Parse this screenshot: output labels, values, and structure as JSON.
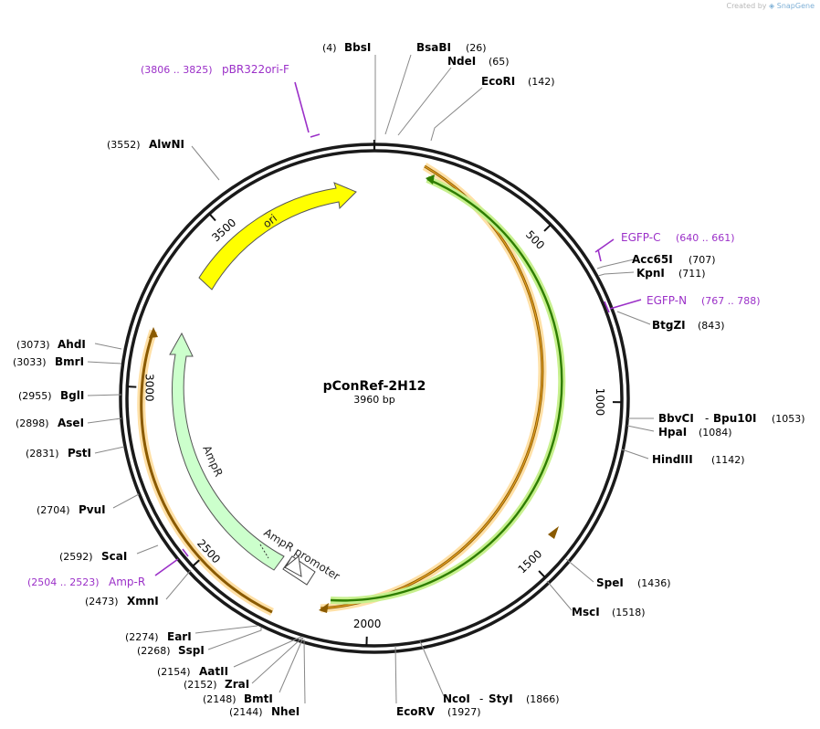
{
  "header": {
    "created_by": "Created by",
    "brand": "SnapGene",
    "brand_icon": "snapgene-logo-icon"
  },
  "plasmid": {
    "name": "pConRef-2H12",
    "size_label": "3960 bp",
    "length": 3960
  },
  "colors": {
    "backbone": "#1a1a1a",
    "primer": "#9b30c8",
    "ori": "#ffff00",
    "ampr": "#ccffcc",
    "orange_feature": "#f5b041",
    "green_feature": "#2e8b00",
    "text": "#000000"
  },
  "ticks": [
    {
      "pos": 500,
      "label": "500"
    },
    {
      "pos": 1000,
      "label": "1000"
    },
    {
      "pos": 1500,
      "label": "1500"
    },
    {
      "pos": 2000,
      "label": "2000"
    },
    {
      "pos": 2500,
      "label": "2500"
    },
    {
      "pos": 3000,
      "label": "3000"
    },
    {
      "pos": 3500,
      "label": "3500"
    }
  ],
  "sites": [
    {
      "name": "BbsI",
      "pos_label": "(4)",
      "pos": 4
    },
    {
      "name": "BsaBI",
      "pos_label": "(26)",
      "pos": 26
    },
    {
      "name": "NdeI",
      "pos_label": "(65)",
      "pos": 65
    },
    {
      "name": "EcoRI",
      "pos_label": "(142)",
      "pos": 142
    },
    {
      "name": "Acc65I",
      "pos_label": "(707)",
      "pos": 707
    },
    {
      "name": "KpnI",
      "pos_label": "(711)",
      "pos": 711
    },
    {
      "name": "BtgZI",
      "pos_label": "(843)",
      "pos": 843
    },
    {
      "name": "BbvCI",
      "name2": "Bpu10I",
      "pos_label": "(1053)",
      "pos": 1053
    },
    {
      "name": "HpaI",
      "pos_label": "(1084)",
      "pos": 1084
    },
    {
      "name": "HindIII",
      "pos_label": "(1142)",
      "pos": 1142
    },
    {
      "name": "SpeI",
      "pos_label": "(1436)",
      "pos": 1436
    },
    {
      "name": "MscI",
      "pos_label": "(1518)",
      "pos": 1518
    },
    {
      "name": "NcoI",
      "name2": "StyI",
      "pos_label": "(1866)",
      "pos": 1866
    },
    {
      "name": "EcoRV",
      "pos_label": "(1927)",
      "pos": 1927
    },
    {
      "name": "NheI",
      "pos_label": "(2144)",
      "pos": 2144
    },
    {
      "name": "BmtI",
      "pos_label": "(2148)",
      "pos": 2148
    },
    {
      "name": "ZraI",
      "pos_label": "(2152)",
      "pos": 2152
    },
    {
      "name": "AatII",
      "pos_label": "(2154)",
      "pos": 2154
    },
    {
      "name": "SspI",
      "pos_label": "(2268)",
      "pos": 2268
    },
    {
      "name": "EarI",
      "pos_label": "(2274)",
      "pos": 2274
    },
    {
      "name": "XmnI",
      "pos_label": "(2473)",
      "pos": 2473
    },
    {
      "name": "ScaI",
      "pos_label": "(2592)",
      "pos": 2592
    },
    {
      "name": "PvuI",
      "pos_label": "(2704)",
      "pos": 2704
    },
    {
      "name": "PstI",
      "pos_label": "(2831)",
      "pos": 2831
    },
    {
      "name": "AseI",
      "pos_label": "(2898)",
      "pos": 2898
    },
    {
      "name": "BglI",
      "pos_label": "(2955)",
      "pos": 2955
    },
    {
      "name": "BmrI",
      "pos_label": "(3033)",
      "pos": 3033
    },
    {
      "name": "AhdI",
      "pos_label": "(3073)",
      "pos": 3073
    },
    {
      "name": "AlwNI",
      "pos_label": "(3552)",
      "pos": 3552
    }
  ],
  "primers": [
    {
      "name": "pBR322ori-F",
      "range_label": "(3806 .. 3825)",
      "pos": 3815
    },
    {
      "name": "EGFP-C",
      "range_label": "(640 .. 661)",
      "pos": 650
    },
    {
      "name": "EGFP-N",
      "range_label": "(767 .. 788)",
      "pos": 777
    },
    {
      "name": "Amp-R",
      "range_label": "(2504 .. 2523)",
      "pos": 2513
    }
  ],
  "features": [
    {
      "name": "ori",
      "label": "ori",
      "type": "ori"
    },
    {
      "name": "AmpR",
      "label": "AmpR",
      "type": "cds"
    },
    {
      "name": "AmpR promoter",
      "label": "AmpR promoter",
      "type": "promoter"
    },
    {
      "name": "orange-outer",
      "label": "",
      "type": "orange"
    },
    {
      "name": "green-inner",
      "label": "",
      "type": "green"
    },
    {
      "name": "orange-left",
      "label": "",
      "type": "orange"
    }
  ]
}
